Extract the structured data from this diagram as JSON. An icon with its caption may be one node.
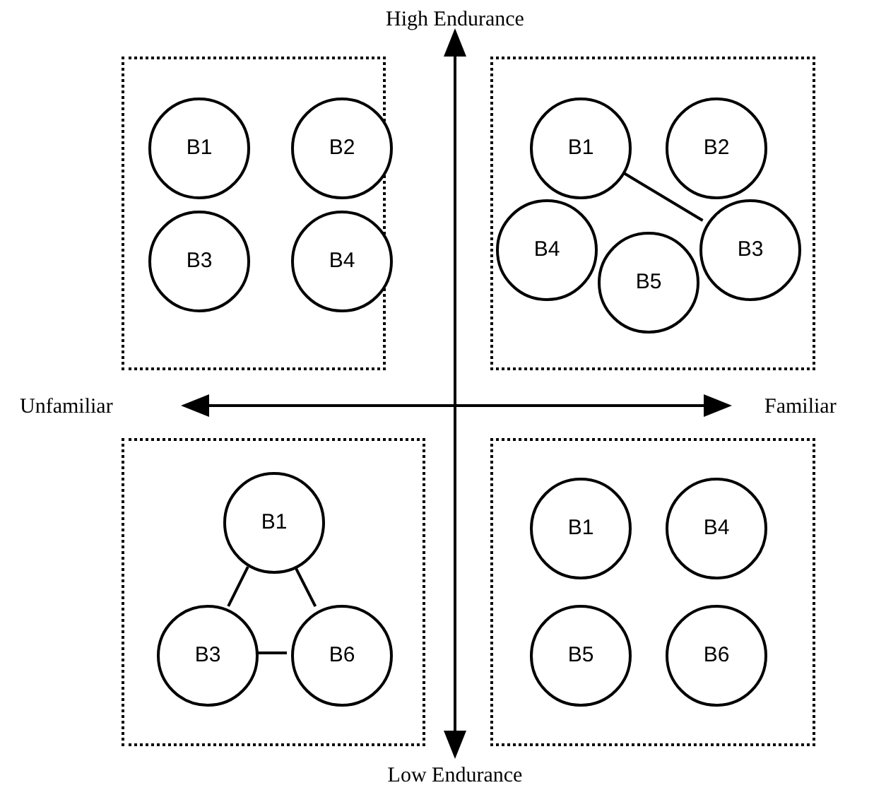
{
  "diagram": {
    "nodes": [
      {
        "text": [],
        "shape": "box"
      },
      {
        "text": [
          "B1"
        ],
        "in": 0
      },
      {
        "text": [
          "B2"
        ],
        "in": 0
      },
      {
        "text": [
          "B3"
        ],
        "in": 0
      },
      {
        "text": [
          "B4"
        ],
        "in": 0
      },
      {
        "text": [],
        "shape": "box"
      },
      {
        "text": [
          "B1"
        ],
        "in": 5
      },
      {
        "text": [
          "B2"
        ],
        "in": 5
      },
      {
        "text": [
          "B4"
        ],
        "in": 5
      },
      {
        "text": [
          "B3"
        ],
        "in": 5
      },
      {
        "text": [
          "B5"
        ],
        "in": 5
      },
      {
        "text": [],
        "shape": "box"
      },
      {
        "text": [
          "B1"
        ],
        "in": 11
      },
      {
        "text": [
          "B3"
        ],
        "in": 11
      },
      {
        "text": [
          "B6"
        ],
        "in": 11
      },
      {
        "text": [],
        "shape": "box"
      },
      {
        "text": [
          "B1"
        ],
        "in": 15
      },
      {
        "text": [
          "B4"
        ],
        "in": 15
      },
      {
        "text": [
          "B5"
        ],
        "in": 15
      },
      {
        "text": [
          "B6"
        ],
        "in": 15
      }
    ],
    "edges": [
      {
        "from": 6,
        "to": 9,
        "arrow": "none"
      },
      {
        "from": 12,
        "to": 13,
        "arrow": "none"
      },
      {
        "from": 12,
        "to": 14,
        "arrow": "none"
      },
      {
        "from": 13,
        "to": 14,
        "arrow": "none"
      }
    ],
    "labels": [
      "High Endurance",
      "Unfamiliar",
      "Familiar",
      "Low Endurance"
    ]
  }
}
